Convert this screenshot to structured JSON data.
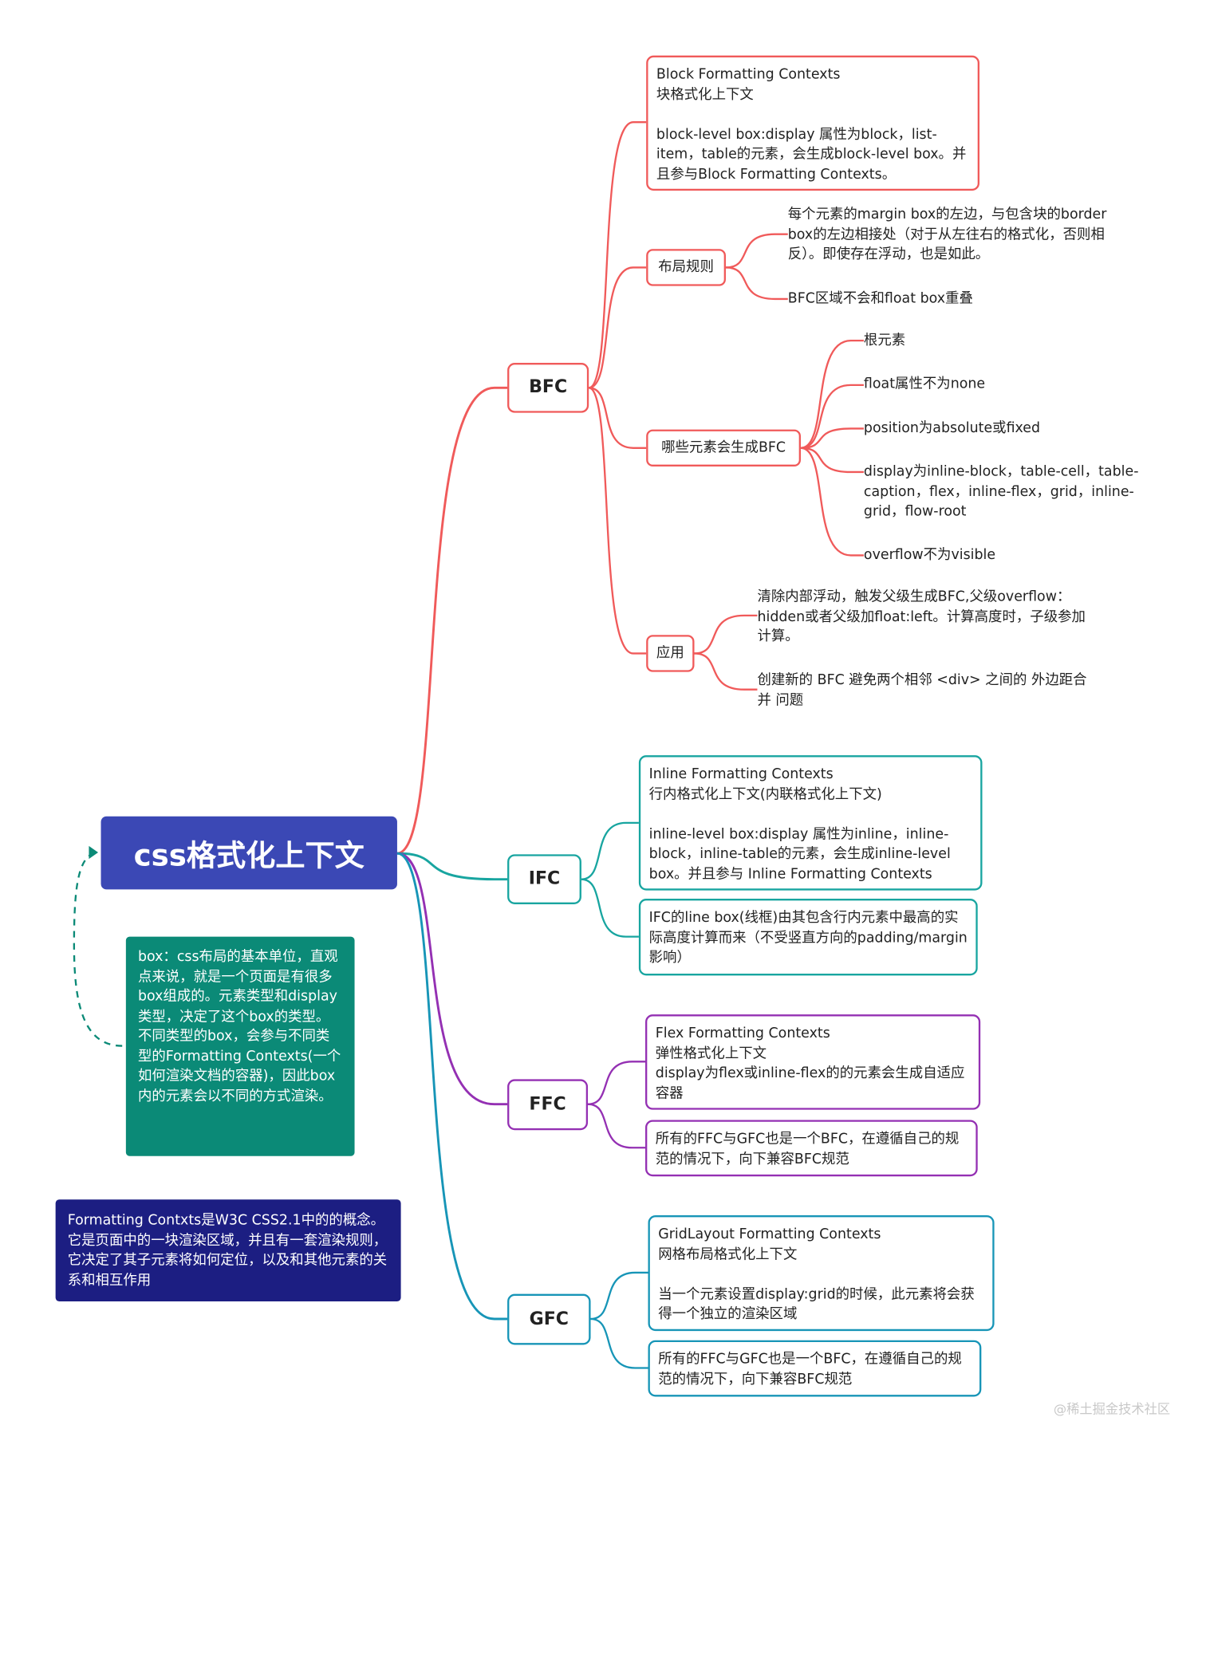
{
  "root": {
    "title": "css格式化上下文"
  },
  "notes": {
    "box": "box：css布局的基本单位，直观点来说，就是一个页面是有很多box组成的。元素类型和display类型，决定了这个box的类型。\n不同类型的box，会参与不同类型的Formatting Contexts(一个如何渲染文档的容器)，因此box内的元素会以不同的方式渲染。",
    "formatting": "Formatting Contxts是W3C CSS2.1中的的概念。它是页面中的一块渲染区域，并且有一套渲染规则，它决定了其子元素将如何定位，以及和其他元素的关系和相互作用"
  },
  "bfc": {
    "label": "BFC",
    "intro": "Block Formatting Contexts\n块格式化上下文\n\nblock-level box:display 属性为block，list-item，table的元素，会生成block-level box。并且参与Block Formatting Contexts。",
    "layout_rules": {
      "label": "布局规则",
      "rule1": "每个元素的margin box的左边，与包含块的border box的左边相接处（对于从左往右的格式化，否则相反）。即使存在浮动，也是如此。",
      "rule2": "BFC区域不会和float box重叠"
    },
    "triggers": {
      "label": "哪些元素会生成BFC",
      "t1": "根元素",
      "t2": "float属性不为none",
      "t3": "position为absolute或fixed",
      "t4": "display为inline-block，table-cell，table-caption，flex，inline-flex，grid，inline-grid，flow-root",
      "t5": "overflow不为visible"
    },
    "usage": {
      "label": "应用",
      "u1": "清除内部浮动，触发父级生成BFC,父级overflow：hidden或者父级加float:left。计算高度时，子级参加计算。",
      "u2": "创建新的 BFC 避免两个相邻 <div> 之间的 外边距合并 问题"
    }
  },
  "ifc": {
    "label": "IFC",
    "intro": "Inline Formatting Contexts\n行内格式化上下文(内联格式化上下文)\n\ninline-level box:display 属性为inline，inline-block，inline-table的元素，会生成inline-level box。并且参与 Inline Formatting Contexts",
    "line_box": "IFC的line box(线框)由其包含行内元素中最高的实际高度计算而来（不受竖直方向的padding/margin影响）"
  },
  "ffc": {
    "label": "FFC",
    "intro": "Flex Formatting Contexts\n弹性格式化上下文\ndisplay为flex或inline-flex的的元素会生成自适应容器",
    "compat": "所有的FFC与GFC也是一个BFC，在遵循自己的规范的情况下，向下兼容BFC规范"
  },
  "gfc": {
    "label": "GFC",
    "intro": "GridLayout Formatting Contexts\n网格布局格式化上下文\n\n当一个元素设置display:grid的时候，此元素将会获得一个独立的渲染区域",
    "compat": "所有的FFC与GFC也是一个BFC，在遵循自己的规范的情况下，向下兼容BFC规范"
  },
  "watermark": "@稀土掘金技术社区",
  "colors": {
    "bfc": "#f05a5a",
    "ifc": "#18a5a0",
    "ffc": "#9430b3",
    "gfc": "#1795b7",
    "root_bg": "#3b48b5",
    "box_note_bg": "#0b8a77",
    "formatting_note_bg": "#1c1e82"
  }
}
